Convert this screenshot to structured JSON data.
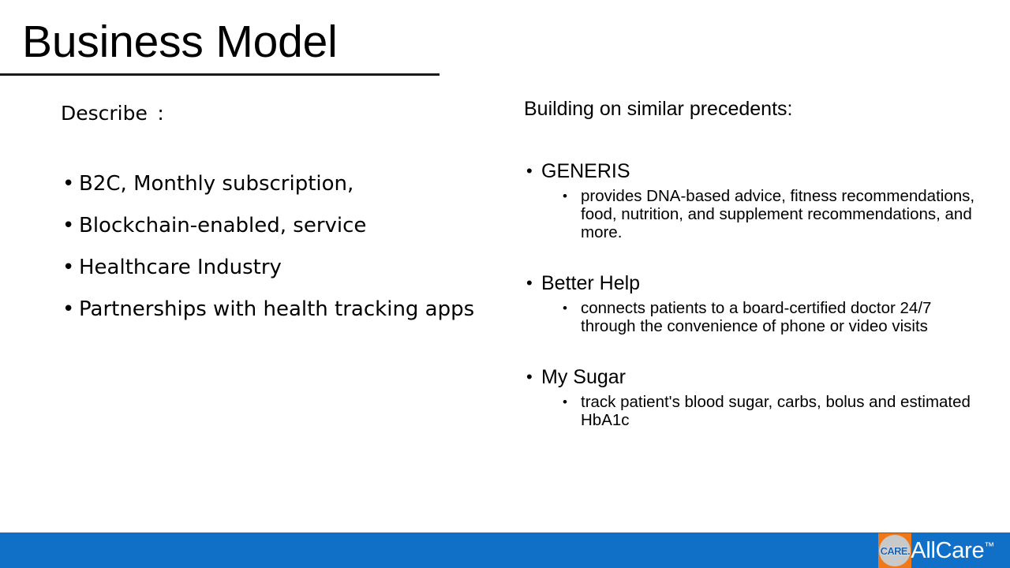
{
  "slide": {
    "title": "Business Model",
    "background_color": "#ffffff",
    "rule_color": "#1a1a1a"
  },
  "left_column": {
    "heading": "Describe :",
    "bullets": [
      "B2C, Monthly subscription,",
      "Blockchain-enabled, service",
      "Healthcare Industry",
      "Partnerships with health tracking apps"
    ]
  },
  "right_column": {
    "heading": "Building on similar precedents:",
    "groups": [
      {
        "name": "GENERIS",
        "detail": "provides DNA-based advice, fitness recommendations, food, nutrition, and supplement recommendations, and more."
      },
      {
        "name": "Better Help",
        "detail": "connects patients to a board-certified doctor 24/7 through the convenience of phone or video visits"
      },
      {
        "name": "My Sugar",
        "detail": "track patient's blood sugar, carbs, bolus and estimated HbA1c"
      }
    ]
  },
  "footer": {
    "bar_color": "#1070c8",
    "logo_square_color": "#f07818",
    "logo_circle_color": "#c9c9c9",
    "logo_mark_text": "CARE.",
    "brand_name": "AllCare",
    "brand_trademark": "™"
  },
  "bullet_glyph": "•"
}
